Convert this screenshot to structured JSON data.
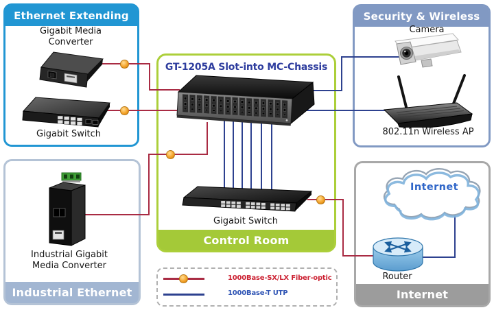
{
  "panels": {
    "ethernet_extending": {
      "title": "Ethernet Extending"
    },
    "security_wireless": {
      "title": "Security & Wireless"
    },
    "industrial_ethernet": {
      "title": "Industrial Ethernet"
    },
    "internet": {
      "title": "Internet"
    },
    "control_room": {
      "title": "Control Room"
    }
  },
  "chassis": {
    "title": "GT-1205A Slot-into MC-Chassis"
  },
  "devices": {
    "media_converter": {
      "line1": "Gigabit Media",
      "line2": "Converter"
    },
    "switch_left": {
      "label": "Gigabit Switch"
    },
    "camera": {
      "label": "Camera"
    },
    "wireless_ap": {
      "label": "802.11n Wireless AP"
    },
    "industrial_converter": {
      "line1": "Industrial Gigabit",
      "line2": "Media Converter"
    },
    "switch_center": {
      "label": "Gigabit Switch"
    },
    "router": {
      "label": "Router"
    },
    "cloud": {
      "label": "Internet"
    }
  },
  "legend": {
    "fiber_label": "1000Base-SX/LX Fiber-optic",
    "utp_label": "1000Base-T UTP"
  },
  "colors": {
    "fiber_line": "#a92b43",
    "utp_line": "#2d418f",
    "connector_dot": "#f0991e",
    "panel_blue": "#2196d3",
    "panel_steel_blue": "#8199c3",
    "panel_light_steel": "#a2b6d2",
    "panel_gray": "#9c9c9c",
    "panel_green": "#a6cb38",
    "chassis_title_blue": "#2e3d9e",
    "legend_red": "#cc2233",
    "legend_blue": "#3156b5"
  }
}
